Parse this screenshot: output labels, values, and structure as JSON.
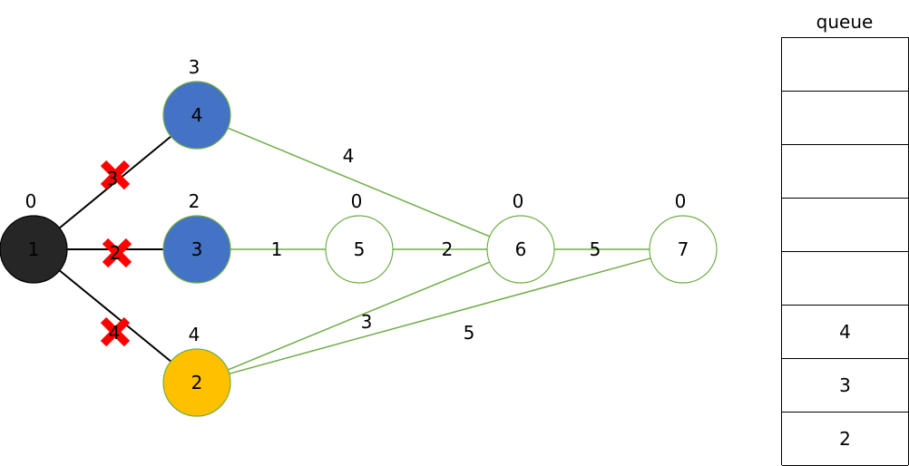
{
  "nodes": [
    {
      "id": "1",
      "label": "1",
      "dist": "0",
      "fill": "#262626",
      "text_color": "#000000",
      "stroke": "#000000"
    },
    {
      "id": "4",
      "label": "4",
      "dist": "3",
      "fill": "#4472c4",
      "text_color": "#000000",
      "stroke": "#70ad47"
    },
    {
      "id": "3",
      "label": "3",
      "dist": "2",
      "fill": "#4472c4",
      "text_color": "#000000",
      "stroke": "#70ad47"
    },
    {
      "id": "2",
      "label": "2",
      "dist": "4",
      "fill": "#ffc000",
      "text_color": "#000000",
      "stroke": "#70ad47"
    },
    {
      "id": "5",
      "label": "5",
      "dist": "0",
      "fill": "#ffffff",
      "text_color": "#000000",
      "stroke": "#70ad47"
    },
    {
      "id": "6",
      "label": "6",
      "dist": "0",
      "fill": "#ffffff",
      "text_color": "#000000",
      "stroke": "#70ad47"
    },
    {
      "id": "7",
      "label": "7",
      "dist": "0",
      "fill": "#ffffff",
      "text_color": "#000000",
      "stroke": "#70ad47"
    }
  ],
  "edges": [
    {
      "from": "1",
      "to": "4",
      "weight": "3",
      "color": "#000000",
      "crossed": true
    },
    {
      "from": "1",
      "to": "3",
      "weight": "2",
      "color": "#000000",
      "crossed": true
    },
    {
      "from": "1",
      "to": "2",
      "weight": "4",
      "color": "#000000",
      "crossed": true
    },
    {
      "from": "4",
      "to": "6",
      "weight": "4",
      "color": "#70ad47",
      "crossed": false
    },
    {
      "from": "3",
      "to": "5",
      "weight": "1",
      "color": "#70ad47",
      "crossed": false
    },
    {
      "from": "5",
      "to": "6",
      "weight": "2",
      "color": "#70ad47",
      "crossed": false
    },
    {
      "from": "6",
      "to": "7",
      "weight": "5",
      "color": "#70ad47",
      "crossed": false
    },
    {
      "from": "2",
      "to": "6",
      "weight": "3",
      "color": "#70ad47",
      "crossed": false
    },
    {
      "from": "2",
      "to": "7",
      "weight": "5",
      "color": "#70ad47",
      "crossed": false
    }
  ],
  "cross_mark_color": "#ff0000",
  "queue": {
    "title": "queue",
    "slots": [
      "",
      "",
      "",
      "",
      "",
      "4",
      "3",
      "2"
    ]
  }
}
